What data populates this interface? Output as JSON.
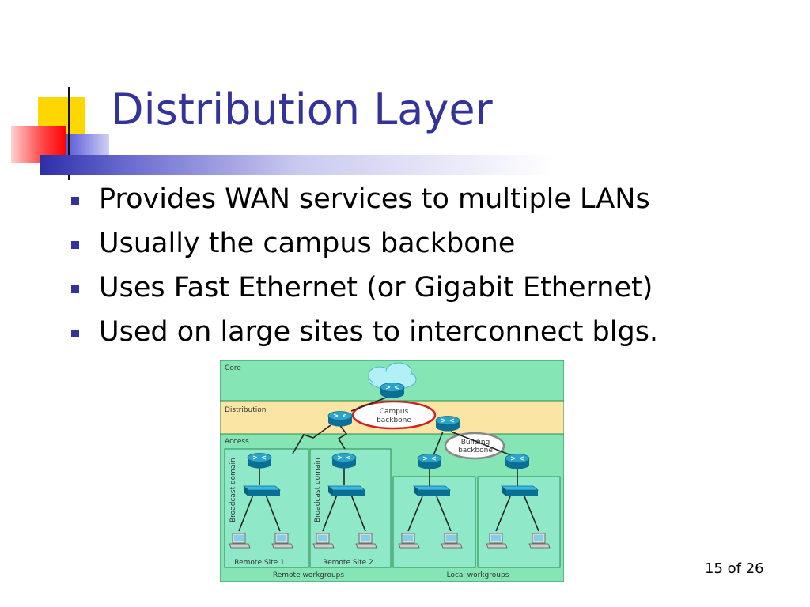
{
  "slide": {
    "title": "Distribution Layer",
    "bullets": [
      "Provides WAN services to multiple LANs",
      "Usually the campus backbone",
      "Uses Fast Ethernet (or Gigabit Ethernet)",
      "Used on large sites to interconnect blgs."
    ],
    "page_number": "15 of 26"
  },
  "diagram": {
    "layers": {
      "core": "Core",
      "distribution": "Distribution",
      "access": "Access"
    },
    "campus_backbone": [
      "Campus",
      "backbone"
    ],
    "building_backbone": [
      "Building",
      "backbone"
    ],
    "broadcast_domain": "Broadcast domain",
    "sites": [
      "Remote Site 1",
      "Remote Site 2"
    ],
    "groups": {
      "remote": "Remote workgroups",
      "local": "Local workgroups"
    },
    "colors": {
      "core_band": "#86e5b4",
      "distribution_band": "#fbe5a4",
      "access_band": "#86e5b4",
      "site_box": "#8fe8c7",
      "campus_ring": "#cc2222",
      "building_ring": "#888888",
      "title": "#333399"
    },
    "icons": [
      "cloud-icon",
      "router-icon",
      "switch-icon",
      "workstation-icon",
      "serial-link-icon"
    ]
  }
}
